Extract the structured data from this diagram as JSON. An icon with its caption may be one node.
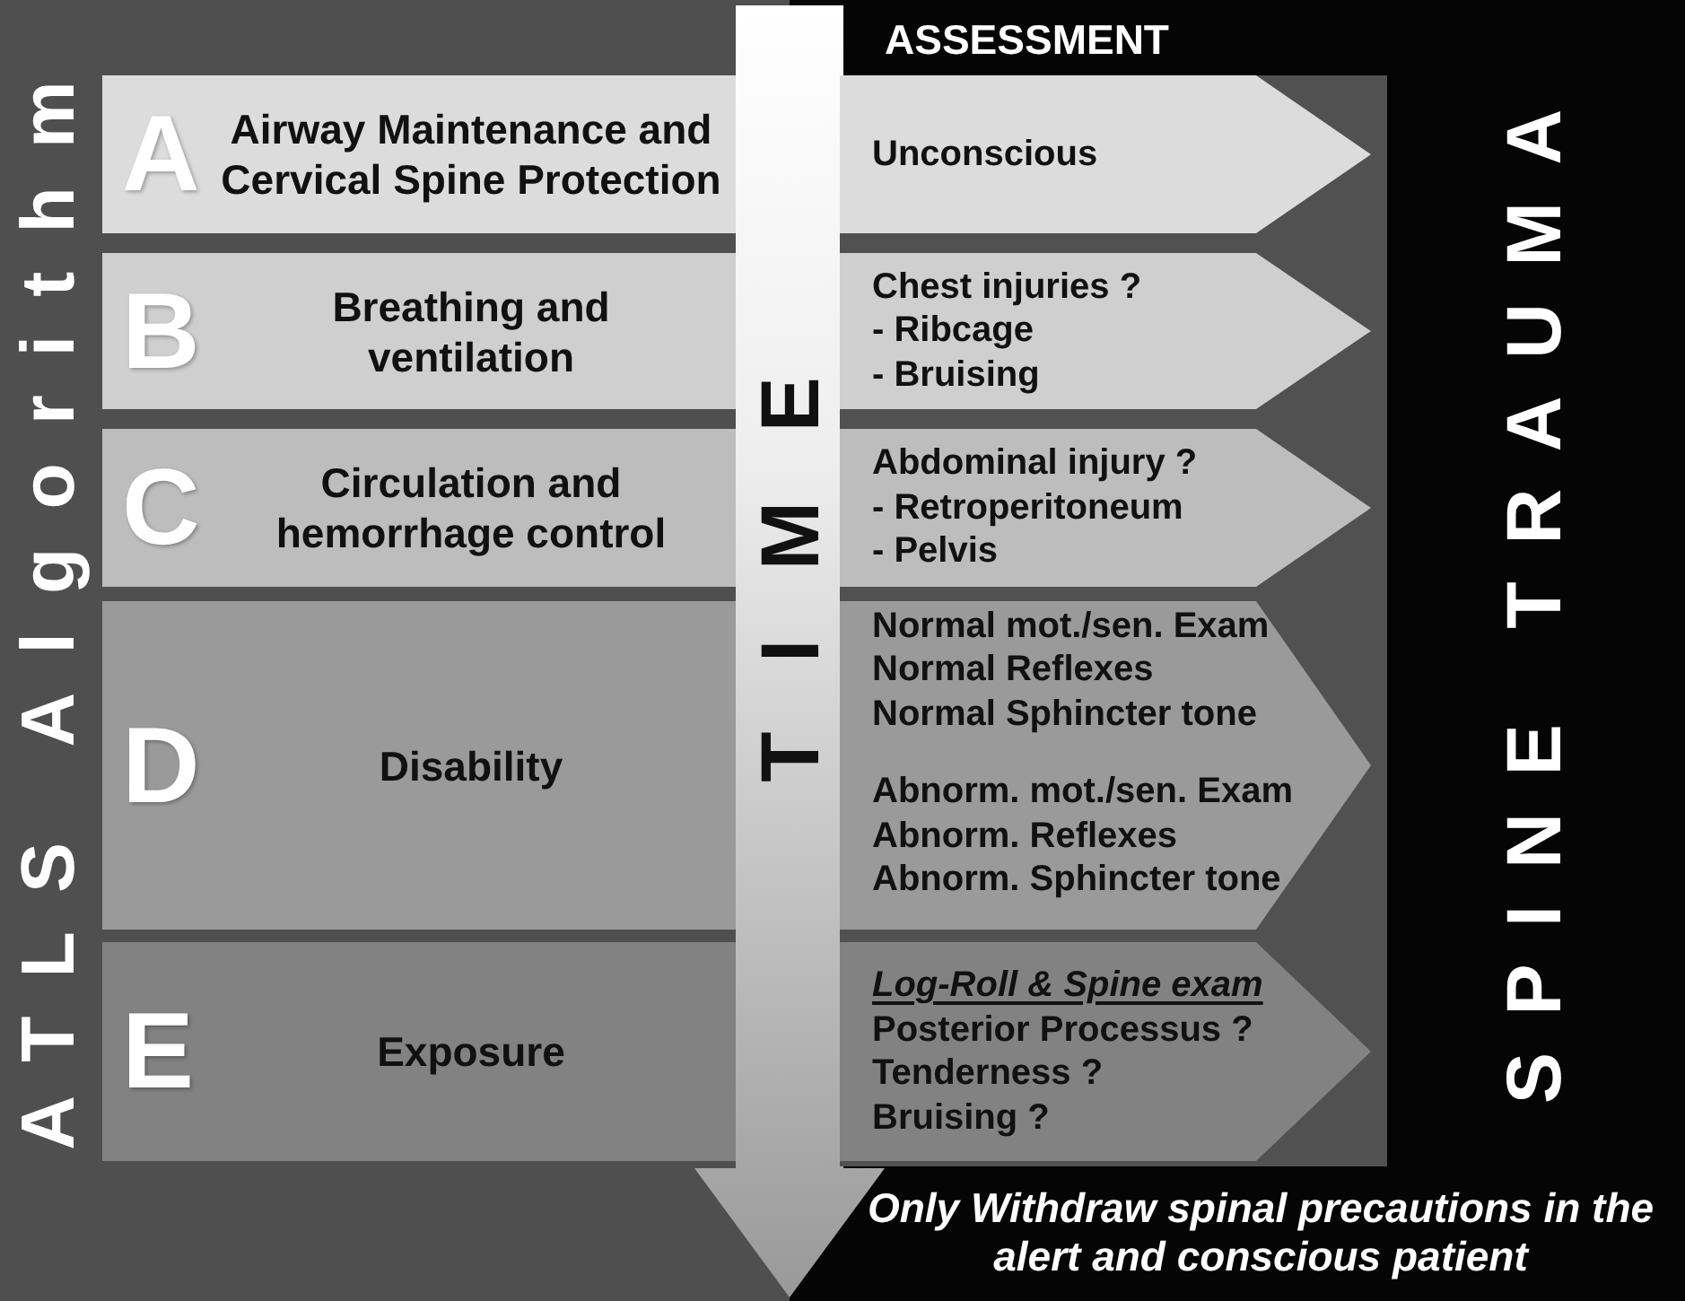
{
  "diagram": {
    "nodes": [
      {
        "text": [
          "A",
          "Airway Maintenance and Cervical Spine Protection"
        ]
      },
      {
        "text": [
          "B",
          "Breathing and ventilation"
        ]
      },
      {
        "text": [
          "C",
          "Circulation and hemorrhage control"
        ]
      },
      {
        "text": [
          "D",
          "Disability"
        ]
      },
      {
        "text": [
          "E",
          "Exposure"
        ]
      },
      {
        "text": [
          "TIME"
        ]
      },
      {
        "text": [
          "ASSESSMENT"
        ]
      },
      {
        "text": [
          "Unconscious"
        ],
        "in": 6
      },
      {
        "text": [
          "Chest injuries ?",
          "- Ribcage",
          "- Bruising"
        ],
        "in": 6
      },
      {
        "text": [
          "Abdominal injury ?",
          "- Retroperitoneum",
          "- Pelvis"
        ],
        "in": 6
      },
      {
        "text": [
          "Normal mot./sen. Exam",
          "Normal Reflexes",
          "Normal Sphincter tone",
          "Abnorm. mot./sen. Exam",
          "Abnorm. Reflexes",
          "Abnorm. Sphincter tone"
        ],
        "in": 6
      },
      {
        "text": [
          "Log-Roll & Spine exam",
          "Posterior Processus ?",
          "Tenderness ?",
          "Bruising ?"
        ],
        "in": 6
      }
    ],
    "labels": [
      "ATLS Algorithm",
      "SPINE TRAUMA",
      "Only Withdraw spinal precautions in the alert and conscious patient"
    ]
  }
}
